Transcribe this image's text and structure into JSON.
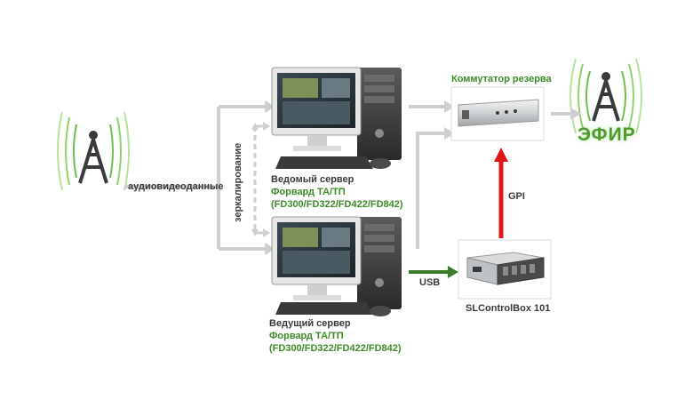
{
  "labels": {
    "audio_video": "аудиовидеоданные",
    "mirroring": "зеркалирование",
    "slave_title": "Ведомый сервер",
    "slave_model": "Форвард ТА/ТП",
    "slave_variants": "(FD300/FD322/FD422/FD842)",
    "master_title": "Ведущий сервер",
    "master_model": "Форвард ТА/ТП",
    "master_variants": "(FD300/FD322/FD422/FD842)",
    "switch": "Коммутатор резерва",
    "gpi": "GPI",
    "usb": "USB",
    "controlbox": "SLControlBox 101",
    "air": "ЭФИР"
  },
  "icons": [
    "antenna-left-icon",
    "antenna-right-icon",
    "computer-slave-icon",
    "computer-master-icon",
    "switch-device-icon",
    "controlbox-device-icon"
  ],
  "colors": {
    "arrow_gray": "#c8c8c8",
    "arrow_green": "#3a7a2a",
    "arrow_red": "#e01616",
    "label_green": "#3f8a2a"
  }
}
